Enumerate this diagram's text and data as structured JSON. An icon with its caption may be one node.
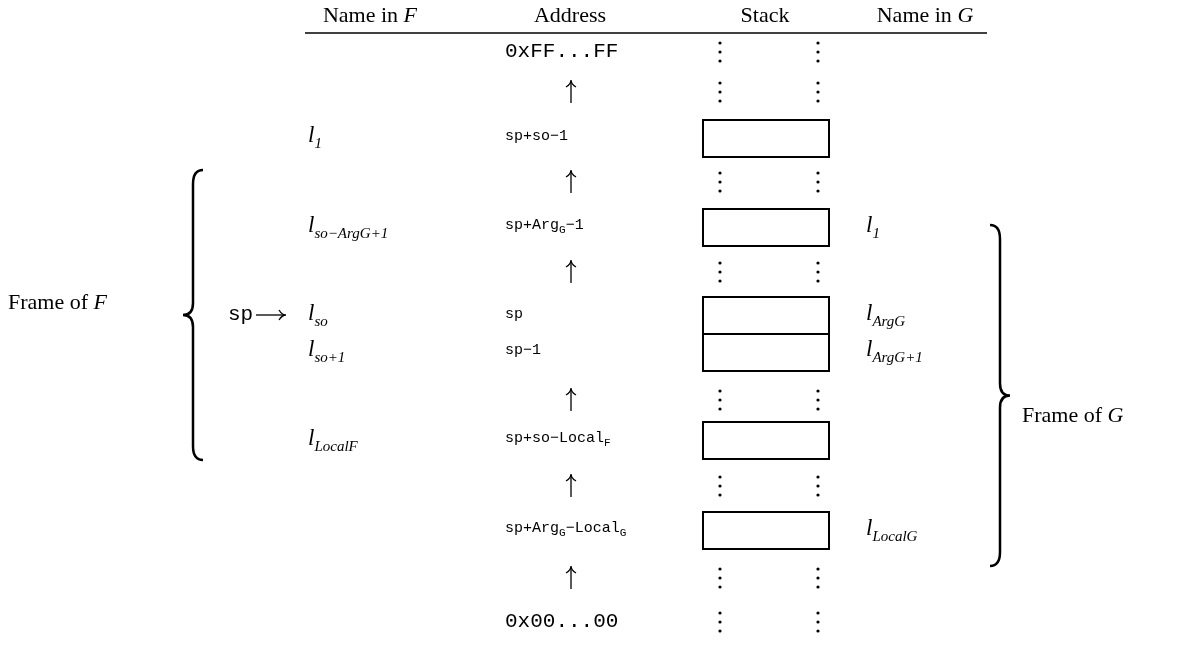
{
  "diagram": {
    "nodes": [
      {
        "text": [],
        "shape": "box"
      },
      {
        "text": [],
        "shape": "box"
      },
      {
        "text": [],
        "shape": "box"
      },
      {
        "text": [],
        "shape": "box"
      },
      {
        "text": [],
        "shape": "box"
      },
      {
        "text": [],
        "shape": "box"
      }
    ],
    "labels": [
      "Name in *F*",
      "Address",
      "Stack",
      "Name in *G*",
      "0xFF...FF",
      "l$_{1}$",
      "sp+so−1",
      "Frame of *F*",
      "l$_{so−Arg}$$_{G}$$_{+1}$",
      "sp+Arg$_{G}$−1",
      "l$_{1}$",
      "sp",
      "l$_{so}$",
      "sp",
      "l$_{Arg}$$_{G}$",
      "l$_{so+1}$",
      "sp−1",
      "l$_{Arg}$$_{G}$$_{+1}$",
      "Frame of *G*",
      "l$_{Local}$$_{F}$",
      "sp+so−Local$_{F}$",
      "sp+Arg$_{G}$−Local$_{G}$",
      "l$_{Local}$$_{G}$",
      "0x00...00"
    ]
  }
}
